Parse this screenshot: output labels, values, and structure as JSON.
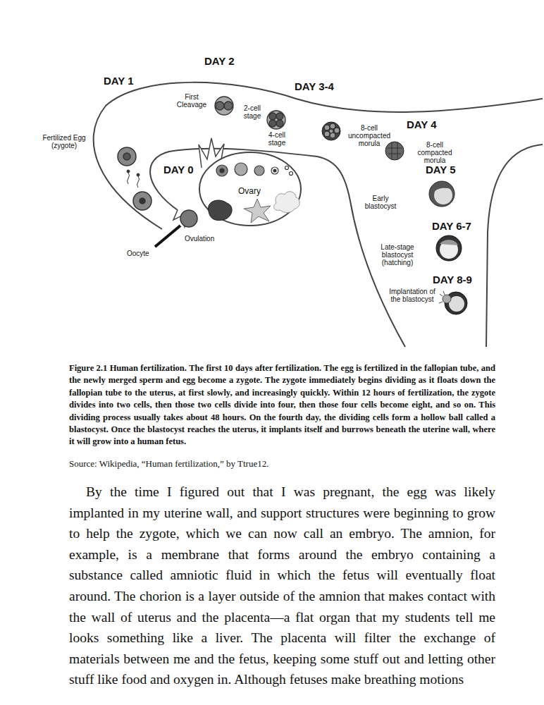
{
  "diagram": {
    "caption": "Figure 2.1 Human fertilization. The first 10 days after fertilization. The egg is fertilized in the fallopian tube, and the newly merged sperm and egg become a zygote. The zygote immediately begins dividing as it floats down the fallopian tube to the uterus, at first slowly, and increasingly quickly. Within 12 hours of fertilization, the zygote divides into two cells, then those two cells divide into four, then those four cells become eight, and so on. This dividing process usually takes about 48 hours. On the fourth day, the dividing cells form a hollow ball called a blastocyst. Once the blastocyst reaches the uterus, it implants itself and burrows beneath the uterine wall, where it will grow into a human fetus.",
    "labels": [
      "DAY 2",
      "DAY 1",
      "First Cleavage",
      "2-cell stage",
      "DAY 3-4",
      "4-cell stage",
      "8-cell uncompacted morula",
      "DAY 4",
      "8-cell compacted morula",
      "Fertilized Egg (zygote)",
      "DAY 0",
      "DAY 5",
      "Ovary",
      "Early blastocyst",
      "DAY 6-7",
      "Ovulation",
      "Oocyte",
      "Late-stage blastocyst (hatching)",
      "DAY 8-9",
      "Implantation of the blastocyst",
      "Source: Wikipedia, “Human fertilization,” by Ttrue12.",
      "By the time I figured out that I was pregnant, the egg was likely implanted in my uterine wall, and support structures were beginning to grow to help the zygote, which we can now call an embryo. The amnion, for example, is a membrane that forms around the embryo containing a substance called amniotic fluid in which the fetus will eventually float around. The chorion is a layer outside of the amnion that makes contact with the wall of uterus and the placenta—a flat organ that my students tell me looks something like a liver. The placenta will filter the exchange of materials between me and the fetus, keeping some stuff out and letting other stuff like food and oxygen in. Although fetuses make breathing motions"
    ]
  }
}
